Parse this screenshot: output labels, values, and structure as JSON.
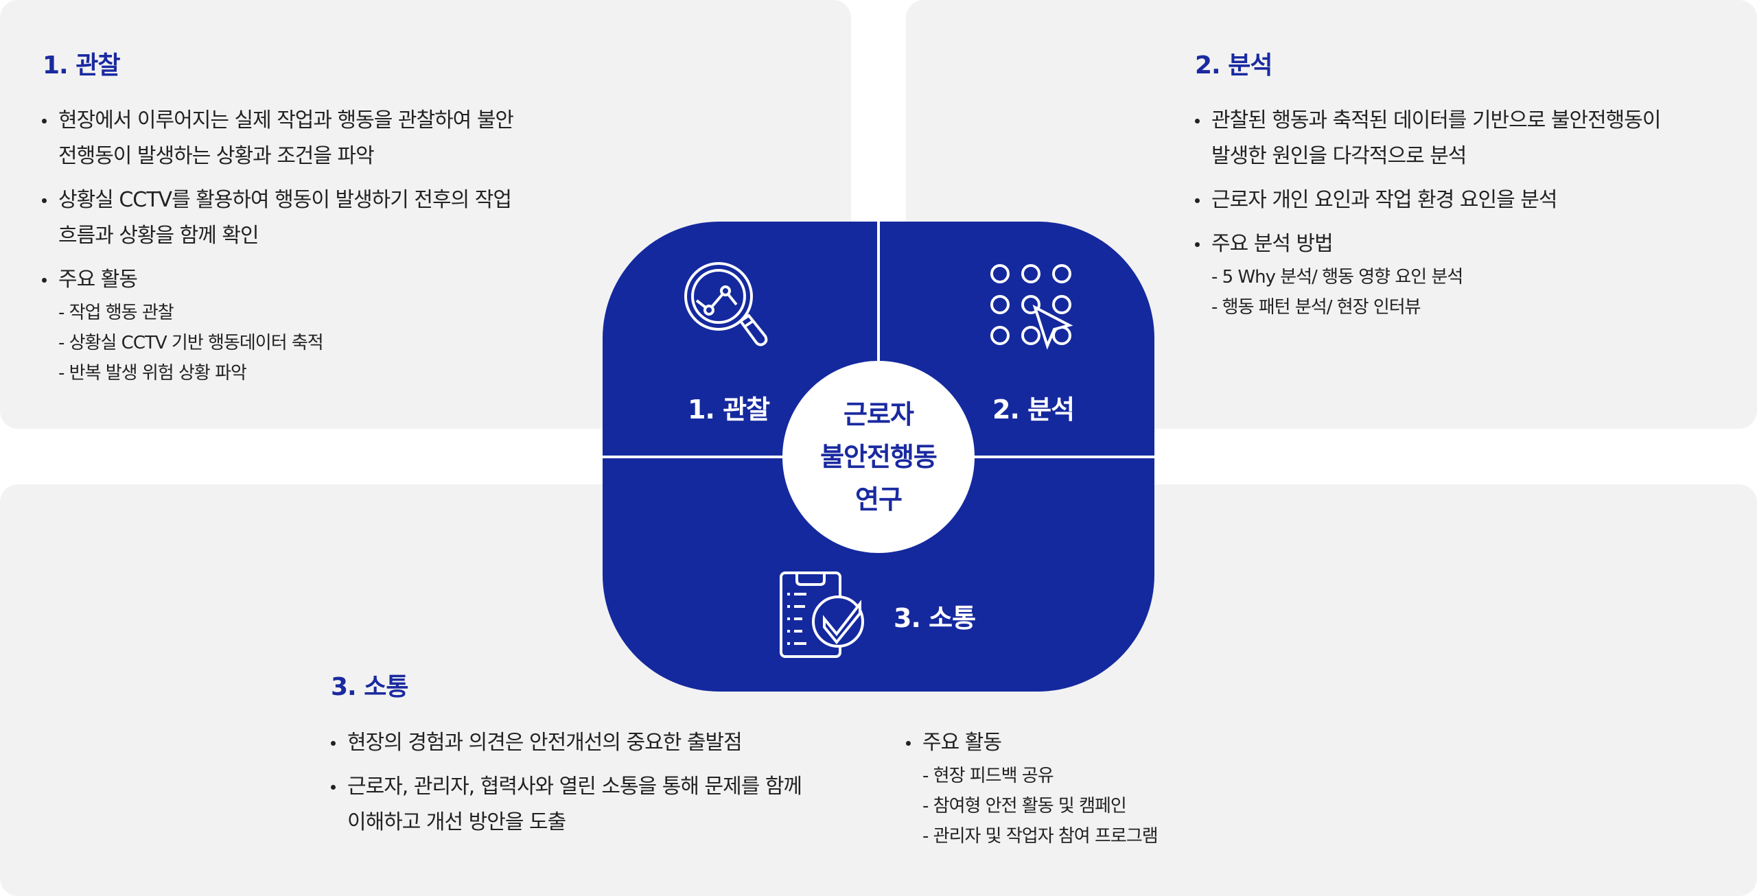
{
  "observe": {
    "title": "1. 관찰",
    "bullets": [
      [
        "현장에서 이루어지는 실제 작업과 행동을 관찰하여 불안",
        "전행동이 발생하는 상황과 조건을 파악"
      ],
      [
        "상황실 CCTV를 활용하여 행동이 발생하기 전후의 작업",
        "흐름과 상황을 함께 확인"
      ],
      [
        "주요 활동"
      ]
    ],
    "sub_items": [
      "- 작업 행동 관찰",
      "- 상황실 CCTV 기반 행동데이터 축적",
      "- 반복 발생 위험 상황 파악"
    ]
  },
  "analyze": {
    "title": "2. 분석",
    "bullets": [
      [
        "관찰된 행동과 축적된 데이터를 기반으로 불안전행동이",
        "발생한 원인을 다각적으로 분석"
      ],
      [
        "근로자 개인 요인과 작업 환경 요인을 분석"
      ],
      [
        "주요 분석 방법"
      ]
    ],
    "sub_items": [
      "- 5 Why 분석/ 행동 영향 요인 분석",
      "- 행동 패턴 분석/ 현장 인터뷰"
    ]
  },
  "communicate": {
    "title": "3. 소통",
    "bullets": [
      [
        "현장의 경험과 의견은 안전개선의 중요한 출발점"
      ],
      [
        "근로자, 관리자, 협력사와 열린 소통을 통해 문제를 함께",
        "이해하고 개선 방안을 도출"
      ]
    ],
    "activities_label": "주요 활동",
    "sub_items": [
      "- 현장 피드백 공유",
      "- 참여형 안전 활동 및 캠페인",
      "- 관리자 및 작업자 참여 프로그램"
    ]
  },
  "center": {
    "lines": [
      "근로자",
      "불안전행동",
      "연구"
    ],
    "quadrants": [
      {
        "label": "1. 관찰",
        "icon": "magnifier-chart-icon"
      },
      {
        "label": "2. 분석",
        "icon": "dot-grid-cursor-icon"
      },
      {
        "label": "3. 소통",
        "icon": "clipboard-check-icon"
      }
    ]
  },
  "colors": {
    "accent": "#15299e",
    "title": "#1a2aa0",
    "panel": "#f2f2f2"
  }
}
